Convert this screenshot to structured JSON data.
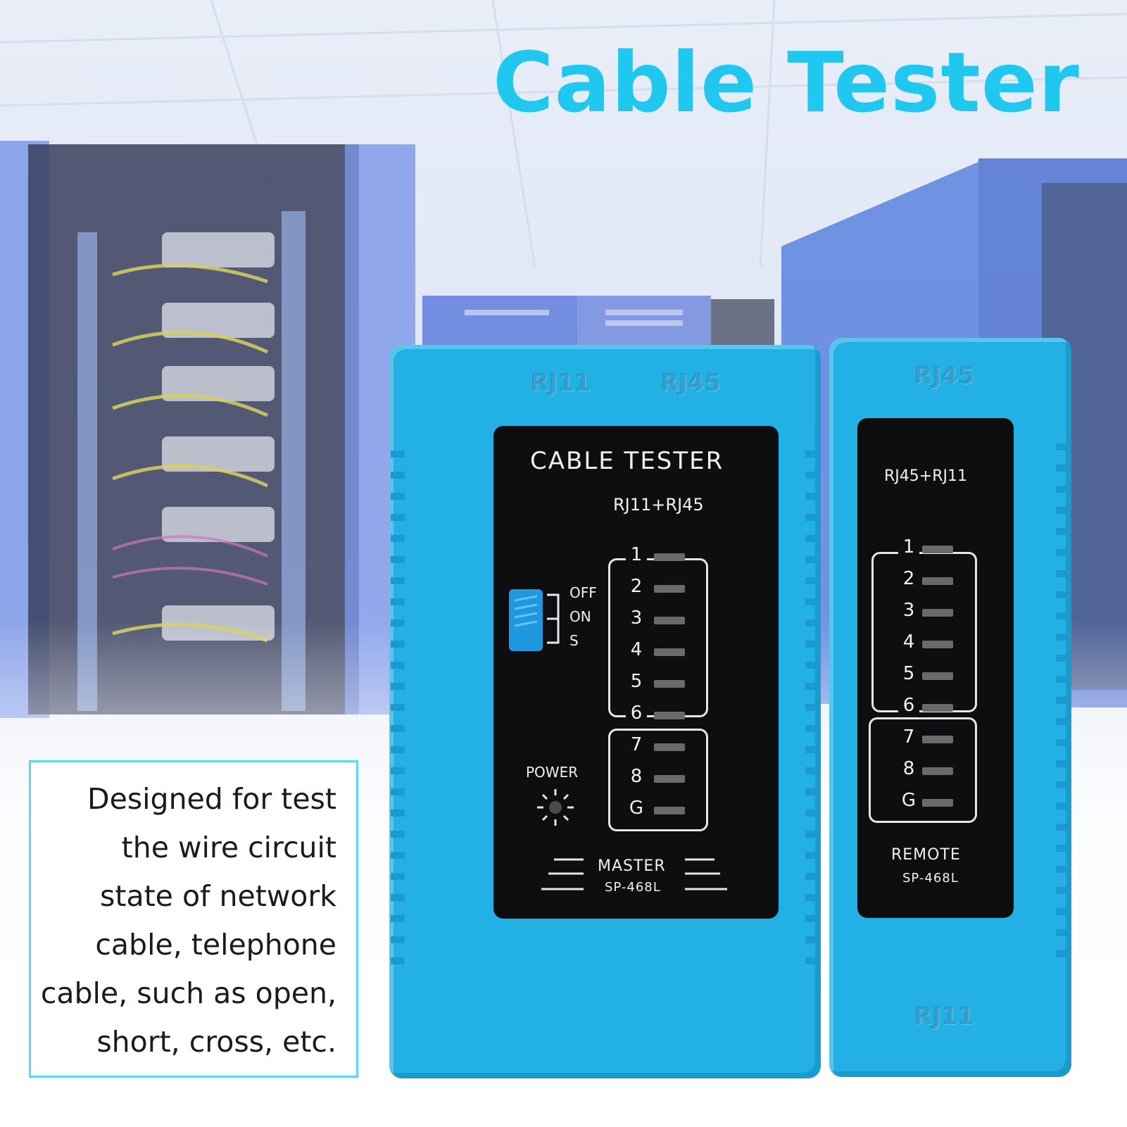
{
  "headline": "Cable Tester",
  "description_lines": [
    "Designed for test",
    "the wire circuit",
    "state of network",
    "cable, telephone",
    "cable, such as open,",
    "short, cross, etc."
  ],
  "master": {
    "embossed_left": "RJ11",
    "embossed_right": "RJ45",
    "title": "CABLE TESTER",
    "subtitle": "RJ11+RJ45",
    "switch_labels": [
      "OFF",
      "ON",
      "S"
    ],
    "power_label": "POWER",
    "led_labels": [
      "1",
      "2",
      "3",
      "4",
      "5",
      "6",
      "7",
      "8",
      "G"
    ],
    "name": "MASTER",
    "model": "SP-468L"
  },
  "remote": {
    "embossed_top": "RJ45",
    "embossed_bottom": "RJ11",
    "subtitle": "RJ45+RJ11",
    "led_labels": [
      "1",
      "2",
      "3",
      "4",
      "5",
      "6",
      "7",
      "8",
      "G"
    ],
    "name": "REMOTE",
    "model": "SP-468L"
  },
  "colors": {
    "headline": "#20c7ee",
    "device_body": "#23b0e4",
    "panel": "#0e0e10",
    "box_border": "#5fd7f2"
  }
}
